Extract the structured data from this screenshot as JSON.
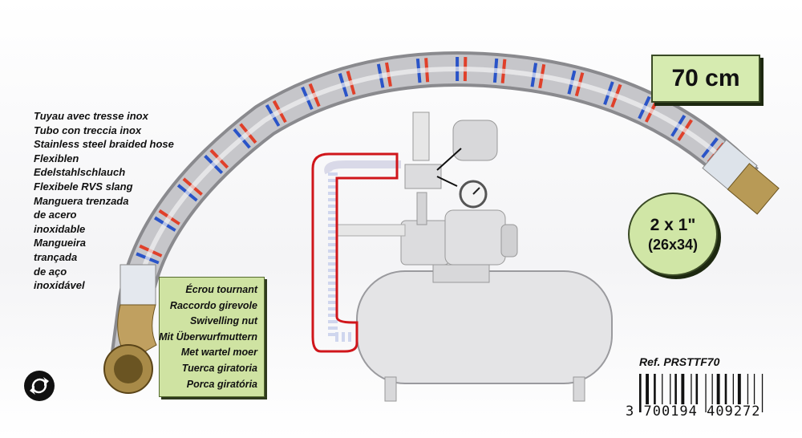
{
  "product": {
    "descriptions": [
      "Tuyau avec tresse inox",
      "Tubo con treccia inox",
      "Stainless steel braided hose",
      "Flexiblen",
      "Edelstahlschlauch",
      "Flexibele RVS slang",
      "Manguera trenzada",
      "de acero",
      "inoxidable",
      "Mangueira",
      "trançada",
      "de aço",
      "inoxidável"
    ],
    "nut_labels": [
      "Écrou tournant",
      "Raccordo girevole",
      "Swivelling nut",
      "Mit Überwurfmuttern",
      "Met wartel moer",
      "Tuerca giratoria",
      "Porca giratória"
    ],
    "length": "70 cm",
    "size_line1": "2 x 1\"",
    "size_line2": "(26x34)",
    "reference": "Ref. PRSTTF70",
    "barcode_number": "3 700194 409272"
  },
  "colors": {
    "label_green": "#d6ebb0",
    "highlight_red": "#d0161b",
    "braid_red": "#e0402a",
    "braid_blue": "#2a54c8"
  },
  "icons": [
    "recycle-icon",
    "pressure-gauge-icon"
  ]
}
